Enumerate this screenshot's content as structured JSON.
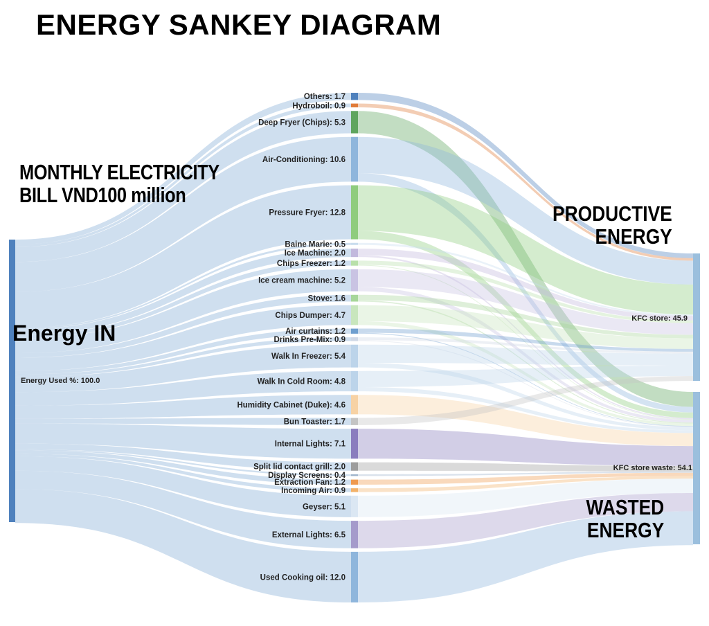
{
  "title": "ENERGY SANKEY DIAGRAM",
  "annotations": {
    "bill_line1": "MONTHLY ELECTRICITY",
    "bill_line2": "BILL VND100 million",
    "energy_in": "Energy IN",
    "productive_line1": "PRODUCTIVE",
    "productive_line2": "ENERGY",
    "wasted_line1": "WASTED",
    "wasted_line2": "ENERGY"
  },
  "source": {
    "label": "Energy Used %",
    "value": 100.0,
    "color": "#4f81bd"
  },
  "targets": [
    {
      "label": "KFC store",
      "value": 45.9,
      "color": "#9bbfdd"
    },
    {
      "label": "KFC store waste",
      "value": 54.1,
      "color": "#9bbfdd"
    }
  ],
  "nodes": [
    {
      "label": "Others",
      "value": 1.7,
      "color": "#4f81bd",
      "productive": 1.7
    },
    {
      "label": "Hydroboil",
      "value": 0.9,
      "color": "#e07b39",
      "productive": 0.9
    },
    {
      "label": "Deep Fryer (Chips)",
      "value": 5.3,
      "color": "#5fa55f",
      "productive": 0.0
    },
    {
      "label": "Air-Conditioning",
      "value": 10.6,
      "color": "#8fb6dc",
      "productive": 8.6
    },
    {
      "label": "Pressure Fryer",
      "value": 12.8,
      "color": "#8fcc7e",
      "productive": 10.8
    },
    {
      "label": "Baine Marie",
      "value": 0.5,
      "color": "#c8dcee",
      "productive": 0.5
    },
    {
      "label": "Ice Machine",
      "value": 2.0,
      "color": "#c2b9dd",
      "productive": 1.6
    },
    {
      "label": "Chips Freezer",
      "value": 1.2,
      "color": "#b8e0aa",
      "productive": 1.0
    },
    {
      "label": "Ice cream machine",
      "value": 5.2,
      "color": "#c9c3e3",
      "productive": 4.2
    },
    {
      "label": "Stove",
      "value": 1.6,
      "color": "#a7d69a",
      "productive": 1.3
    },
    {
      "label": "Chips Dumper",
      "value": 4.7,
      "color": "#c8e6bd",
      "productive": 3.8
    },
    {
      "label": "Air curtains",
      "value": 1.2,
      "color": "#6f9fcf",
      "productive": 1.0
    },
    {
      "label": "Drinks Pre-Mix",
      "value": 0.9,
      "color": "#d0d8e6",
      "productive": 0.7
    },
    {
      "label": "Walk In Freezer",
      "value": 5.4,
      "color": "#bcd4ea",
      "productive": 4.3
    },
    {
      "label": "Walk In Cold Room",
      "value": 4.8,
      "color": "#bcd4ea",
      "productive": 3.8
    },
    {
      "label": "Humidity Cabinet (Duke)",
      "value": 4.6,
      "color": "#f7d2a4",
      "productive": 0.0
    },
    {
      "label": "Bun Toaster",
      "value": 1.7,
      "color": "#c4c4c4",
      "productive": 1.7
    },
    {
      "label": "Internal Lights",
      "value": 7.1,
      "color": "#8a7dbe",
      "productive": 0.0
    },
    {
      "label": "Split lid contact grill",
      "value": 2.0,
      "color": "#9d9d9d",
      "productive": 0.0
    },
    {
      "label": "Display Screens",
      "value": 0.4,
      "color": "#9fb4cc",
      "productive": 0.0
    },
    {
      "label": "Extraction Fan",
      "value": 1.2,
      "color": "#ef9a4f",
      "productive": 0.0
    },
    {
      "label": "Incoming Air",
      "value": 0.9,
      "color": "#f2b26b",
      "productive": 0.0
    },
    {
      "label": "Geyser",
      "value": 5.1,
      "color": "#dbe7f3",
      "productive": 0.0
    },
    {
      "label": "External Lights",
      "value": 6.5,
      "color": "#a59bcb",
      "productive": 0.0
    },
    {
      "label": "Used Cooking oil",
      "value": 12.0,
      "color": "#8fb6dc",
      "productive": 0.0
    }
  ]
}
